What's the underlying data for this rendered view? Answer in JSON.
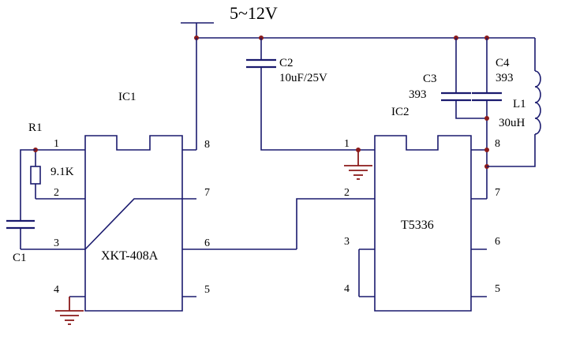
{
  "supply_label": "5~12V",
  "ic1": {
    "label": "IC1",
    "part": "XKT-408A",
    "pins": [
      "1",
      "2",
      "3",
      "4",
      "5",
      "6",
      "7",
      "8"
    ]
  },
  "ic2": {
    "label": "IC2",
    "part": "T5336",
    "pins": [
      "1",
      "2",
      "3",
      "4",
      "5",
      "6",
      "7",
      "8"
    ]
  },
  "r1": {
    "ref": "R1",
    "value": "9.1K"
  },
  "c1": {
    "ref": "C1"
  },
  "c2": {
    "ref": "C2",
    "value": "10uF/25V"
  },
  "c3": {
    "ref": "C3",
    "value": "393"
  },
  "c4": {
    "ref": "C4",
    "value": "393"
  },
  "l1": {
    "ref": "L1",
    "value": "30uH"
  },
  "colors": {
    "wire": "#1a1a6e",
    "ground": "#8b1a1a",
    "junction": "#8b1a1a"
  }
}
